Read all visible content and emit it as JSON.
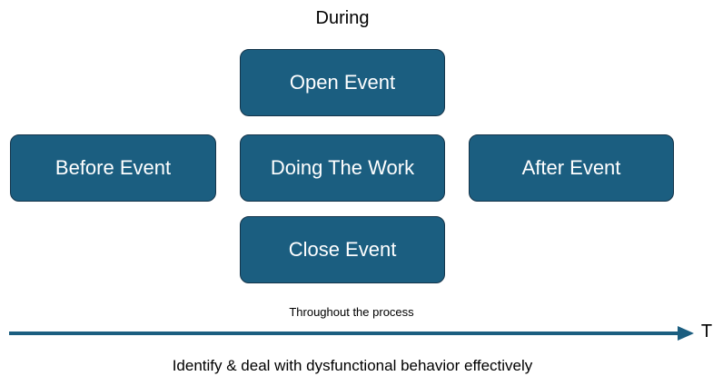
{
  "header": {
    "during": "During"
  },
  "boxes": {
    "open": "Open Event",
    "before": "Before Event",
    "doing": "Doing The Work",
    "after": "After Event",
    "close": "Close Event"
  },
  "timeline": {
    "throughout": "Throughout the process",
    "axis_label": "T",
    "caption": "Identify & deal with dysfunctional behavior effectively"
  },
  "colors": {
    "box_fill": "#1b5e80",
    "box_border": "#14344a",
    "arrow": "#1b5e80"
  }
}
